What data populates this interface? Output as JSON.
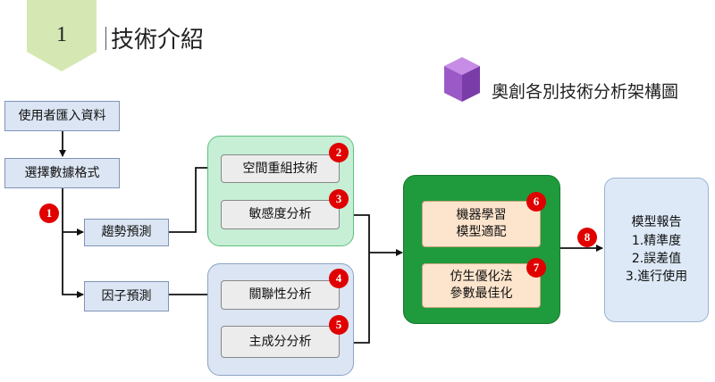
{
  "header": {
    "number": "1",
    "title": "技術介紹"
  },
  "subtitle": "奧創各別技術分析架構圖",
  "nodes": {
    "import": "使用者匯入資料",
    "format": "選擇數據格式",
    "trend": "趨勢預測",
    "factor": "因子預測",
    "spatial": "空間重組技術",
    "sensitivity": "敏感度分析",
    "correlation": "關聯性分析",
    "pca": "主成分分析",
    "ml": "機器學習\n模型適配",
    "bio": "仿生優化法\n參數最佳化",
    "report": "模型報告\n1.精準度\n2.誤差值\n3.進行使用"
  },
  "badges": {
    "b1": "1",
    "b2": "2",
    "b3": "3",
    "b4": "4",
    "b5": "5",
    "b6": "6",
    "b7": "7",
    "b8": "8"
  },
  "colors": {
    "header_green": "#d5e8b4",
    "green_panel": "#c6efd6",
    "dark_green": "#1f9a3c",
    "blue_panel": "#dbe5f3",
    "report_panel": "#dde9f7",
    "badge_red": "#e00000",
    "cube_purple": "#9b59c7"
  }
}
